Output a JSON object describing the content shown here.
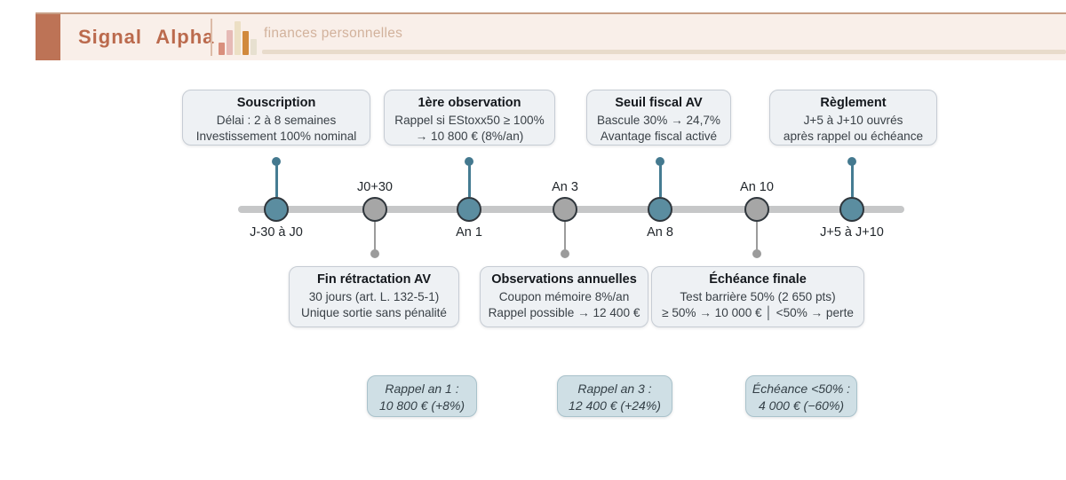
{
  "header": {
    "brand": "Signal Alpha",
    "tagline": "finances personnelles"
  },
  "colors": {
    "brand_terracotta": "#bb6a4d",
    "header_band": "#f9efe9",
    "node_teal": "#5b8da0",
    "node_gray": "#a6a6a6",
    "callout_bg": "#eef1f4",
    "result_bg": "#cfdfe5"
  },
  "top_boxes": [
    {
      "title": "Souscription",
      "line1": "Délai : 2 à 8 semaines",
      "line2": "Investissement 100% nominal"
    },
    {
      "title": "1ère observation",
      "line1": "Rappel si EStoxx50 ≥ 100%",
      "line2": "→ 10 800 € (8%/an)"
    },
    {
      "title": "Seuil fiscal AV",
      "line1": "Bascule 30% → 24,7%",
      "line2": "Avantage fiscal activé"
    },
    {
      "title": "Règlement",
      "line1": "J+5 à J+10 ouvrés",
      "line2": "après rappel ou échéance"
    }
  ],
  "timeline": {
    "nodes": [
      {
        "label": "J-30 à J0",
        "color": "teal",
        "label_position": "below"
      },
      {
        "label": "J0+30",
        "color": "gray",
        "label_position": "above"
      },
      {
        "label": "An 1",
        "color": "teal",
        "label_position": "below"
      },
      {
        "label": "An 3",
        "color": "gray",
        "label_position": "above"
      },
      {
        "label": "An 8",
        "color": "teal",
        "label_position": "below"
      },
      {
        "label": "An 10",
        "color": "gray",
        "label_position": "above"
      },
      {
        "label": "J+5 à J+10",
        "color": "teal",
        "label_position": "below"
      }
    ]
  },
  "bottom_boxes": [
    {
      "title": "Fin rétractation AV",
      "line1": "30 jours (art. L. 132-5-1)",
      "line2": "Unique sortie sans pénalité"
    },
    {
      "title": "Observations annuelles",
      "line1": "Coupon mémoire 8%/an",
      "line2": "Rappel possible → 12 400 €"
    },
    {
      "title": "Échéance finale",
      "line1": "Test barrière 50% (2 650 pts)",
      "line2": "≥ 50% → 10 000 € │ <50% → perte"
    }
  ],
  "result_boxes": [
    {
      "line1": "Rappel an 1 :",
      "line2": "10 800 € (+8%)"
    },
    {
      "line1": "Rappel an 3 :",
      "line2": "12 400 € (+24%)"
    },
    {
      "line1": "Échéance <50% :",
      "line2": "4 000 € (−60%)"
    }
  ]
}
